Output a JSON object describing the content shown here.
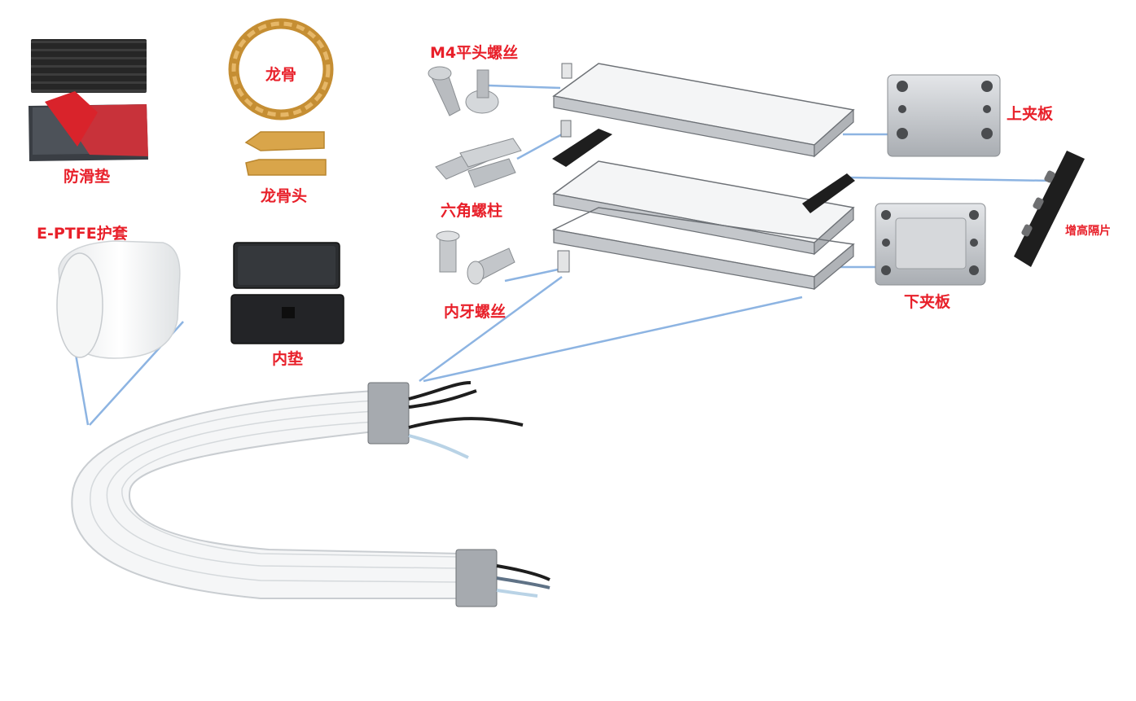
{
  "colors": {
    "label": "#e8202a",
    "connector_line": "#8db4e2",
    "metal": "#c9ccd0",
    "black_part": "#1e1e1e",
    "keel": "#d9a54a",
    "sleeve": "#f3f4f4"
  },
  "labels": {
    "anti_slip_pad": "防滑垫",
    "keel": "龙骨",
    "keel_head": "龙骨头",
    "eptfe_sleeve": "E-PTFE护套",
    "inner_pad": "内垫",
    "m4_screw": "M4平头螺丝",
    "hex_standoff": "六角螺柱",
    "rivet_nut": "内牙螺丝",
    "upper_clamp": "上夹板",
    "riser_spacer": "增高隔片",
    "lower_clamp": "下夹板"
  },
  "icons": {
    "anti_slip_pad": "rubber-pad-photo",
    "keel": "keel-chain-photo",
    "keel_head": "keel-head-photo",
    "eptfe_sleeve": "sleeve-roll-photo",
    "inner_pad": "inner-pad-photo",
    "m4_screw": "flat-head-screw-photo",
    "hex_standoff": "hex-standoff-photo",
    "rivet_nut": "rivet-nut-photo",
    "upper_clamp": "upper-clamp-photo",
    "riser_spacer": "spacer-photo",
    "lower_clamp": "lower-clamp-photo",
    "assembly": "exploded-clamp-assembly",
    "cable": "flat-cable-assembly"
  }
}
